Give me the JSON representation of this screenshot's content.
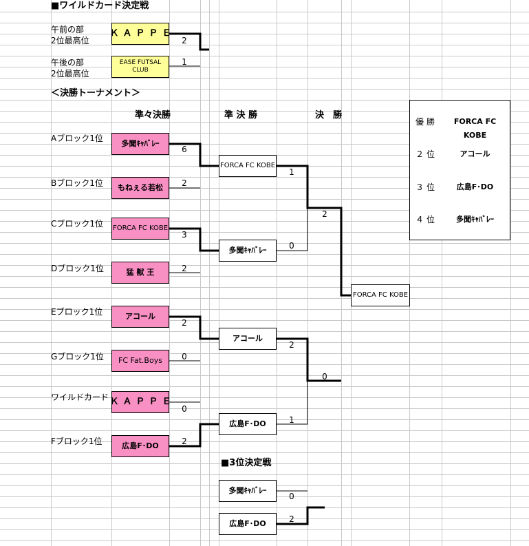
{
  "wildcard": {
    "title": "■ワイルドカード決定戦",
    "rows": [
      {
        "label1": "午前の部",
        "label2": "2位最高位",
        "team": "ＫＡＰＰＥ",
        "score": "2"
      },
      {
        "label1": "午後の部",
        "label2": "2位最高位",
        "team_line1": "EASE FUTSAL",
        "team_line2": "CLUB",
        "score": "1"
      }
    ]
  },
  "tournament": {
    "title": "＜決勝トーナメント＞",
    "headers": {
      "quarter": "準々決勝",
      "semi": "準 決 勝",
      "final": "決　勝"
    },
    "quarterfinals": [
      {
        "label": "Aブロック1位",
        "team": "多聞ｷｬﾊﾞﾚｰ",
        "score": "6"
      },
      {
        "label": "Bブロック1位",
        "team": "もねぇる若松",
        "score": "2"
      },
      {
        "label": "Cブロック1位",
        "team": "FORCA FC KOBE",
        "score": "3"
      },
      {
        "label": "Dブロック1位",
        "team": "猛 獣 王",
        "score": "2"
      },
      {
        "label": "Eブロック1位",
        "team": "アコール",
        "score": "2"
      },
      {
        "label": "Gブロック1位",
        "team": "FC Fat.Boys",
        "score": "0"
      },
      {
        "label": "ワイルドカード",
        "team": "ＫＡＰＰＥ",
        "score": "0"
      },
      {
        "label": "Fブロック1位",
        "team": "広島F･DO",
        "score": "2"
      }
    ],
    "semifinals": [
      {
        "team": "FORCA FC KOBE",
        "score": "1"
      },
      {
        "team": "多聞ｷｬﾊﾞﾚｰ",
        "score": "0"
      },
      {
        "team": "アコール",
        "score": "2"
      },
      {
        "team": "広島F･DO",
        "score": "1"
      }
    ],
    "final": {
      "score_top": "2",
      "score_bottom": "0",
      "champion": "FORCA FC KOBE"
    }
  },
  "third_place": {
    "title": "■3位決定戦",
    "matches": [
      {
        "team": "多聞ｷｬﾊﾞﾚｰ",
        "score": "0"
      },
      {
        "team": "広島F･DO",
        "score": "2"
      }
    ]
  },
  "results": [
    {
      "position": "優勝",
      "team": "FORCA FC KOBE"
    },
    {
      "position": "２位",
      "team": "アコール"
    },
    {
      "position": "３位",
      "team": "広島F･DO"
    },
    {
      "position": "４位",
      "team": "多聞ｷｬﾊﾞﾚｰ"
    }
  ],
  "colors": {
    "qualified": "#f990c4",
    "wildcard": "#ffff99",
    "gridline": "#c9c9c9"
  }
}
